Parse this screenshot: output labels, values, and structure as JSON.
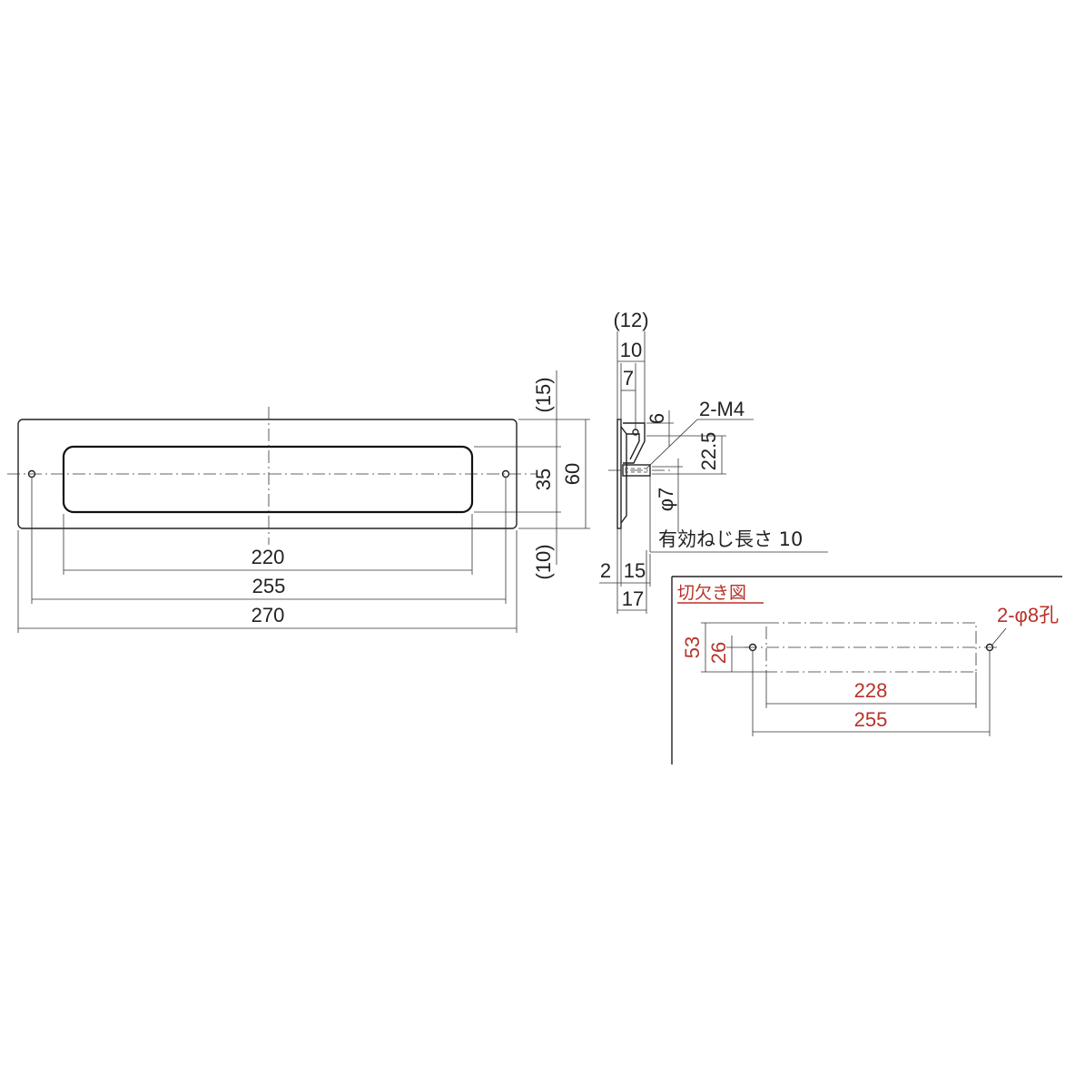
{
  "front_view": {
    "dim_220": "220",
    "dim_255": "255",
    "dim_270": "270",
    "dim_35": "35",
    "dim_60": "60",
    "dim_15": "(15)",
    "dim_10": "(10)"
  },
  "side_view": {
    "dim_12": "(12)",
    "dim_10": "10",
    "dim_7": "7",
    "dim_6": "6",
    "thread_label": "2-M4",
    "dim_22_5": "22.5",
    "dim_phi7": "φ7",
    "thread_length_note": "有効ねじ長さ 10",
    "dim_2": "2",
    "dim_15": "15",
    "dim_17": "17"
  },
  "cutout": {
    "title": "切欠き図",
    "hole_label": "2-φ8孔",
    "dim_53": "53",
    "dim_26": "26",
    "dim_228": "228",
    "dim_255": "255",
    "accent_color": "#b8322a"
  }
}
